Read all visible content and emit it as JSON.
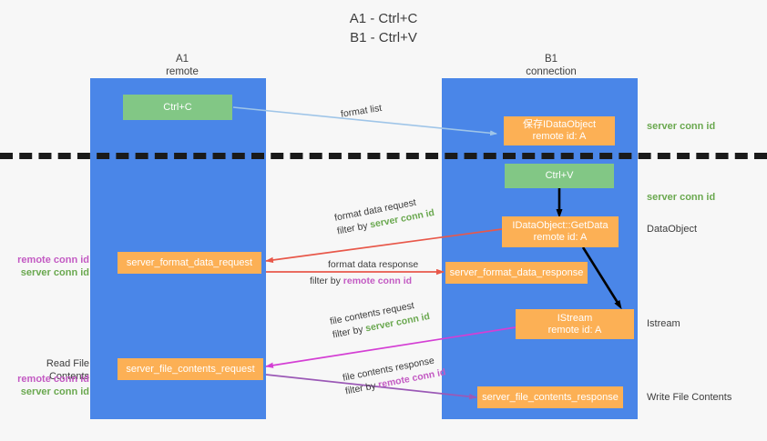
{
  "title": {
    "line1": "A1 - Ctrl+C",
    "line2": "B1 - Ctrl+V"
  },
  "lanes": [
    {
      "name": "A1",
      "sub": "remote"
    },
    {
      "name": "B1",
      "sub": "connection"
    }
  ],
  "boxes": {
    "ctrl_c": "Ctrl+C",
    "ctrl_v": "Ctrl+V",
    "idataobject_l1": "保存IDataObject",
    "idataobject_l2": "remote id: A",
    "getdata_l1": "IDataObject::GetData",
    "getdata_l2": "remote id: A",
    "istream_l1": "IStream",
    "istream_l2": "remote id: A",
    "server_format_data_request": "server_format_data_request",
    "server_format_data_response": "server_format_data_response",
    "server_file_contents_request": "server_file_contents_request",
    "server_file_contents_response": "server_file_contents_response"
  },
  "annotations": {
    "format_list": "format list",
    "format_data_request": "format data request",
    "format_data_request_filter_prefix": "filter by ",
    "format_data_request_filter_value": "server conn id",
    "format_data_response": "format data response",
    "format_data_response_filter_prefix": "filter by ",
    "format_data_response_filter_value": "remote conn id",
    "file_contents_request": "file contents request",
    "file_contents_request_filter_prefix": "filter by ",
    "file_contents_request_filter_value": "server conn id",
    "file_contents_response": "file contents response",
    "file_contents_response_filter_prefix": "filter by ",
    "file_contents_response_filter_value": "remote conn id"
  },
  "side_labels_left": {
    "conn_pair_1_remote": "remote conn id",
    "conn_pair_1_server": "server conn id",
    "read_file_contents": "Read File Contents",
    "conn_pair_2_remote": "remote conn id",
    "conn_pair_2_server": "server conn id"
  },
  "side_labels_right": {
    "server_conn_id_1": "server conn id",
    "server_conn_id_2": "server conn id",
    "dataobject": "DataObject",
    "istream": "Istream",
    "write_file_contents": "Write File Contents"
  },
  "colors": {
    "lane": "#4a86e8",
    "green_box": "#82c785",
    "orange_box": "#fcb055",
    "server_conn_id": "#6aa84f",
    "remote_conn_id": "#c35ac3",
    "arrow_blue": "#9fc5e8",
    "arrow_red": "#e8584a",
    "arrow_magenta": "#d43fd4",
    "arrow_purple": "#9b59b6",
    "arrow_black": "#000000",
    "background": "#f7f7f7"
  }
}
